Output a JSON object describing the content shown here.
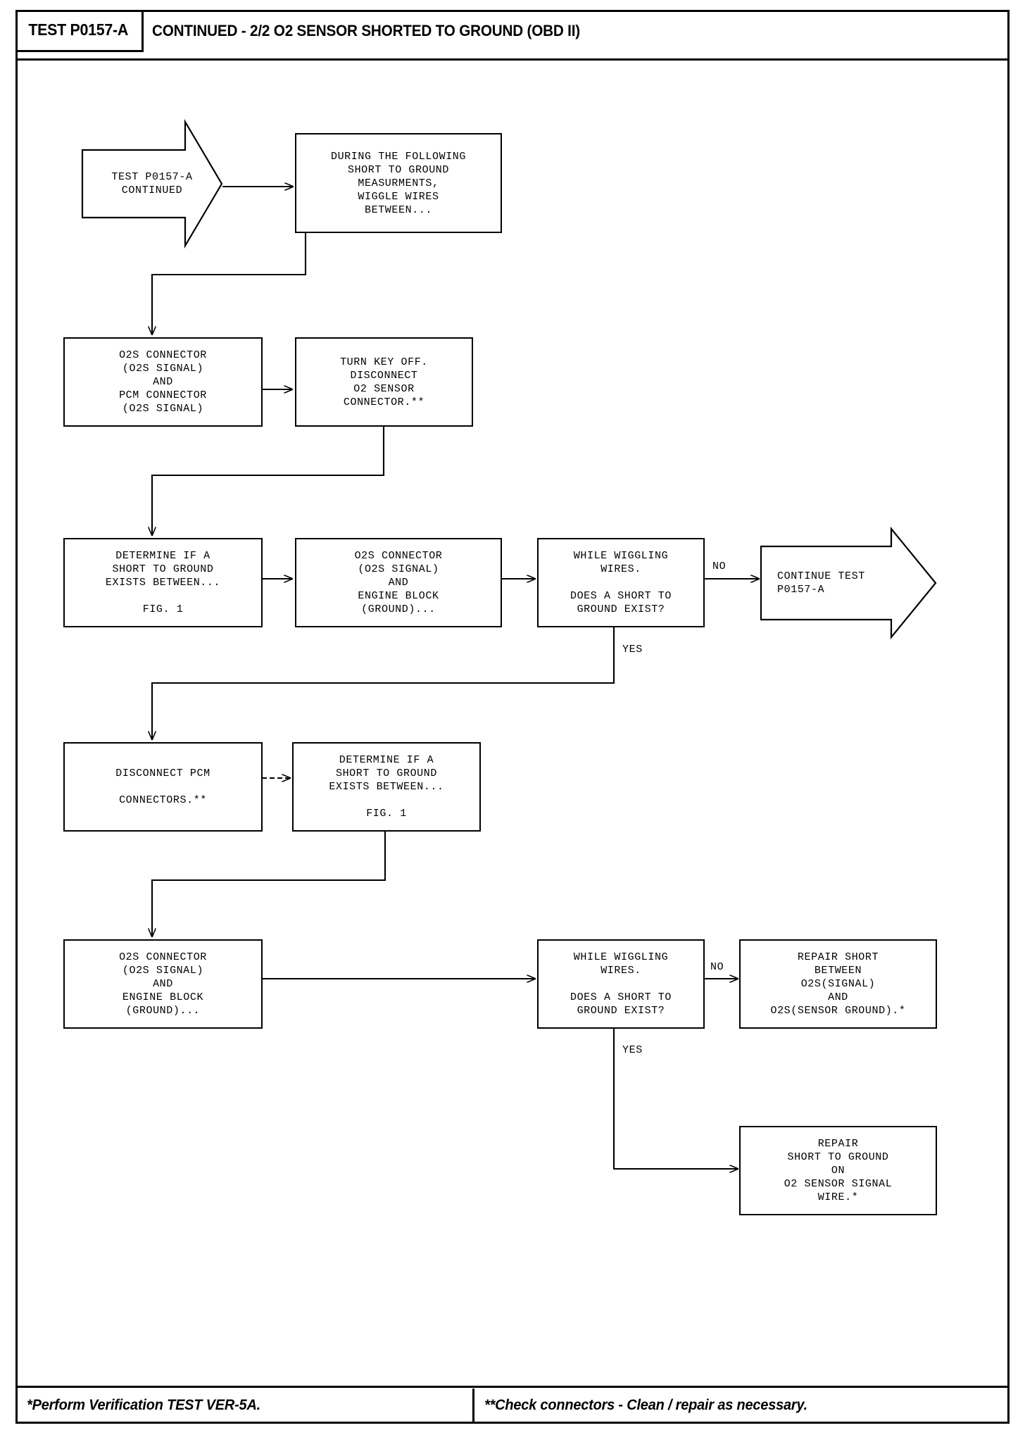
{
  "header": {
    "test_tag": "TEST P0157-A",
    "title": "CONTINUED - 2/2 O2 SENSOR SHORTED TO GROUND (OBD II)"
  },
  "footer": {
    "note_left": "*Perform Verification TEST VER-5A.",
    "note_right": "**Check connectors - Clean / repair as necessary."
  },
  "flowchart": {
    "type": "flowchart",
    "nodes": [
      {
        "id": "start",
        "shape": "arrow-banner",
        "text": "TEST P0157-A\nCONTINUED"
      },
      {
        "id": "during-measurements",
        "shape": "rect",
        "text": "DURING THE FOLLOWING\nSHORT TO GROUND\nMEASURMENTS,\nWIGGLE WIRES\nBETWEEN..."
      },
      {
        "id": "o2s-pcm-connector",
        "shape": "rect",
        "text": "O2S CONNECTOR\n(O2S SIGNAL)\nAND\nPCM CONNECTOR\n(O2S SIGNAL)"
      },
      {
        "id": "turn-key-off",
        "shape": "rect",
        "text": "TURN KEY OFF.\nDISCONNECT\nO2 SENSOR\nCONNECTOR.**"
      },
      {
        "id": "determine-short-1",
        "shape": "rect",
        "text": "DETERMINE IF A\nSHORT TO GROUND\nEXISTS BETWEEN...\n\nFIG. 1"
      },
      {
        "id": "o2s-engine-block-1",
        "shape": "rect",
        "text": "O2S CONNECTOR\n(O2S SIGNAL)\nAND\nENGINE BLOCK\n(GROUND)..."
      },
      {
        "id": "decision-1",
        "shape": "rect",
        "text": "WHILE WIGGLING\nWIRES.\n\nDOES A SHORT TO\nGROUND EXIST?"
      },
      {
        "id": "continue-test",
        "shape": "arrow-banner",
        "text": "CONTINUE TEST\nP0157-A"
      },
      {
        "id": "disconnect-pcm",
        "shape": "rect",
        "text": "DISCONNECT PCM\n\nCONNECTORS.**"
      },
      {
        "id": "determine-short-2",
        "shape": "rect",
        "text": "DETERMINE IF A\nSHORT TO GROUND\nEXISTS BETWEEN...\n\nFIG. 1"
      },
      {
        "id": "o2s-engine-block-2",
        "shape": "rect",
        "text": "O2S CONNECTOR\n(O2S SIGNAL)\nAND\nENGINE BLOCK\n(GROUND)..."
      },
      {
        "id": "decision-2",
        "shape": "rect",
        "text": "WHILE WIGGLING\nWIRES.\n\nDOES A SHORT TO\nGROUND EXIST?"
      },
      {
        "id": "repair-short-between",
        "shape": "rect",
        "text": "REPAIR SHORT\nBETWEEN\nO2S(SIGNAL)\nAND\nO2S(SENSOR GROUND).*"
      },
      {
        "id": "repair-short-ground",
        "shape": "rect",
        "text": "REPAIR\nSHORT TO GROUND\nON\nO2 SENSOR SIGNAL\nWIRE.*"
      }
    ],
    "edge_labels": {
      "decision1_no": "NO",
      "decision1_yes": "YES",
      "decision2_no": "NO",
      "decision2_yes": "YES"
    }
  }
}
